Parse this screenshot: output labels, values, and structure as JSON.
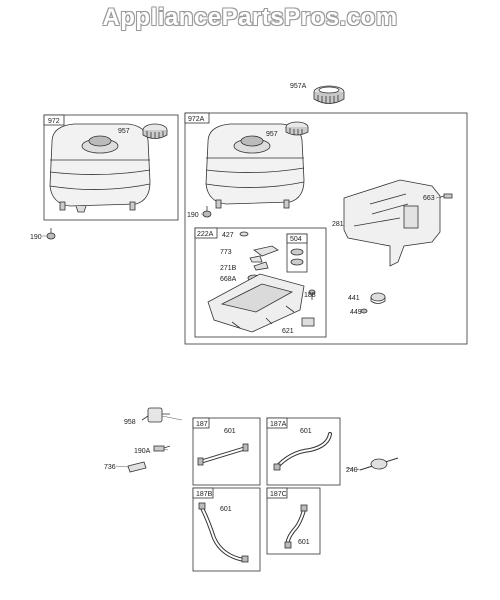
{
  "watermark": "AppliancePartsPros.com",
  "labels": {
    "b972": "972",
    "p957_l": "957",
    "p190_l": "190",
    "p957A": "957A",
    "b972A": "972A",
    "p957_r": "957",
    "p190_r": "190",
    "p663": "663",
    "p281": "281",
    "b222A": "222A",
    "p427": "427",
    "b504": "504",
    "p773": "773",
    "p271B": "271B",
    "p668A": "668A",
    "p188": "188",
    "p441": "441",
    "p449": "449",
    "p621": "621",
    "p958": "958",
    "p190A": "190A",
    "p736": "736",
    "b187": "187",
    "p601_a": "601",
    "b187A": "187A",
    "p601_b": "601",
    "p240": "240",
    "b187B": "187B",
    "p601_c": "601",
    "b187C": "187C",
    "p601_d": "601"
  }
}
